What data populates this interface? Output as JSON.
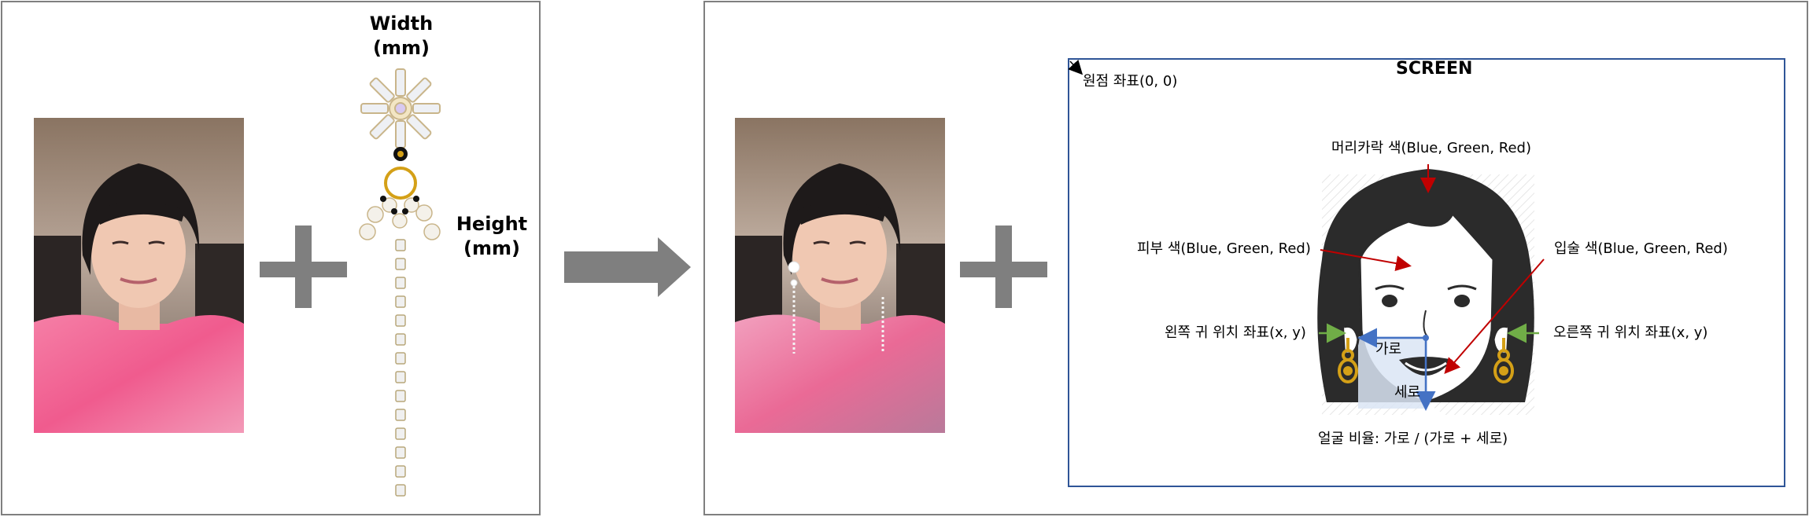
{
  "left_panel": {
    "photo": "portrait-photo",
    "jewelry": "drop-earring-photo",
    "width_label_line1": "Width",
    "width_label_line2": "(mm)",
    "height_label_line1": "Height",
    "height_label_line2": "(mm)"
  },
  "right_panel": {
    "photo": "portrait-with-earrings-photo",
    "screen": {
      "title": "SCREEN",
      "origin_label": "원점 좌표(0, 0)",
      "hair_color_label": "머리카락 색(Blue, Green, Red)",
      "skin_color_label": "피부 색(Blue, Green, Red)",
      "lip_color_label": "입술 색(Blue, Green, Red)",
      "left_ear_label": "왼쪽 귀 위치 좌표(x, y)",
      "right_ear_label": "오른쪽 귀 위치 좌표(x, y)",
      "horizontal_label": "가로",
      "vertical_label": "세로",
      "face_ratio_label": "얼굴 비율: 가로 / (가로 + 세로)"
    }
  },
  "colors": {
    "panel_border": "#7f7f7f",
    "arrow_gray": "#7f7f7f",
    "screen_border": "#2f5597",
    "red_arrow": "#c00000",
    "green_arrow": "#70ad47",
    "blue_measure": "#4472c4",
    "earring_gold": "#d4a017",
    "shirt_pink": "#f06a9a"
  }
}
